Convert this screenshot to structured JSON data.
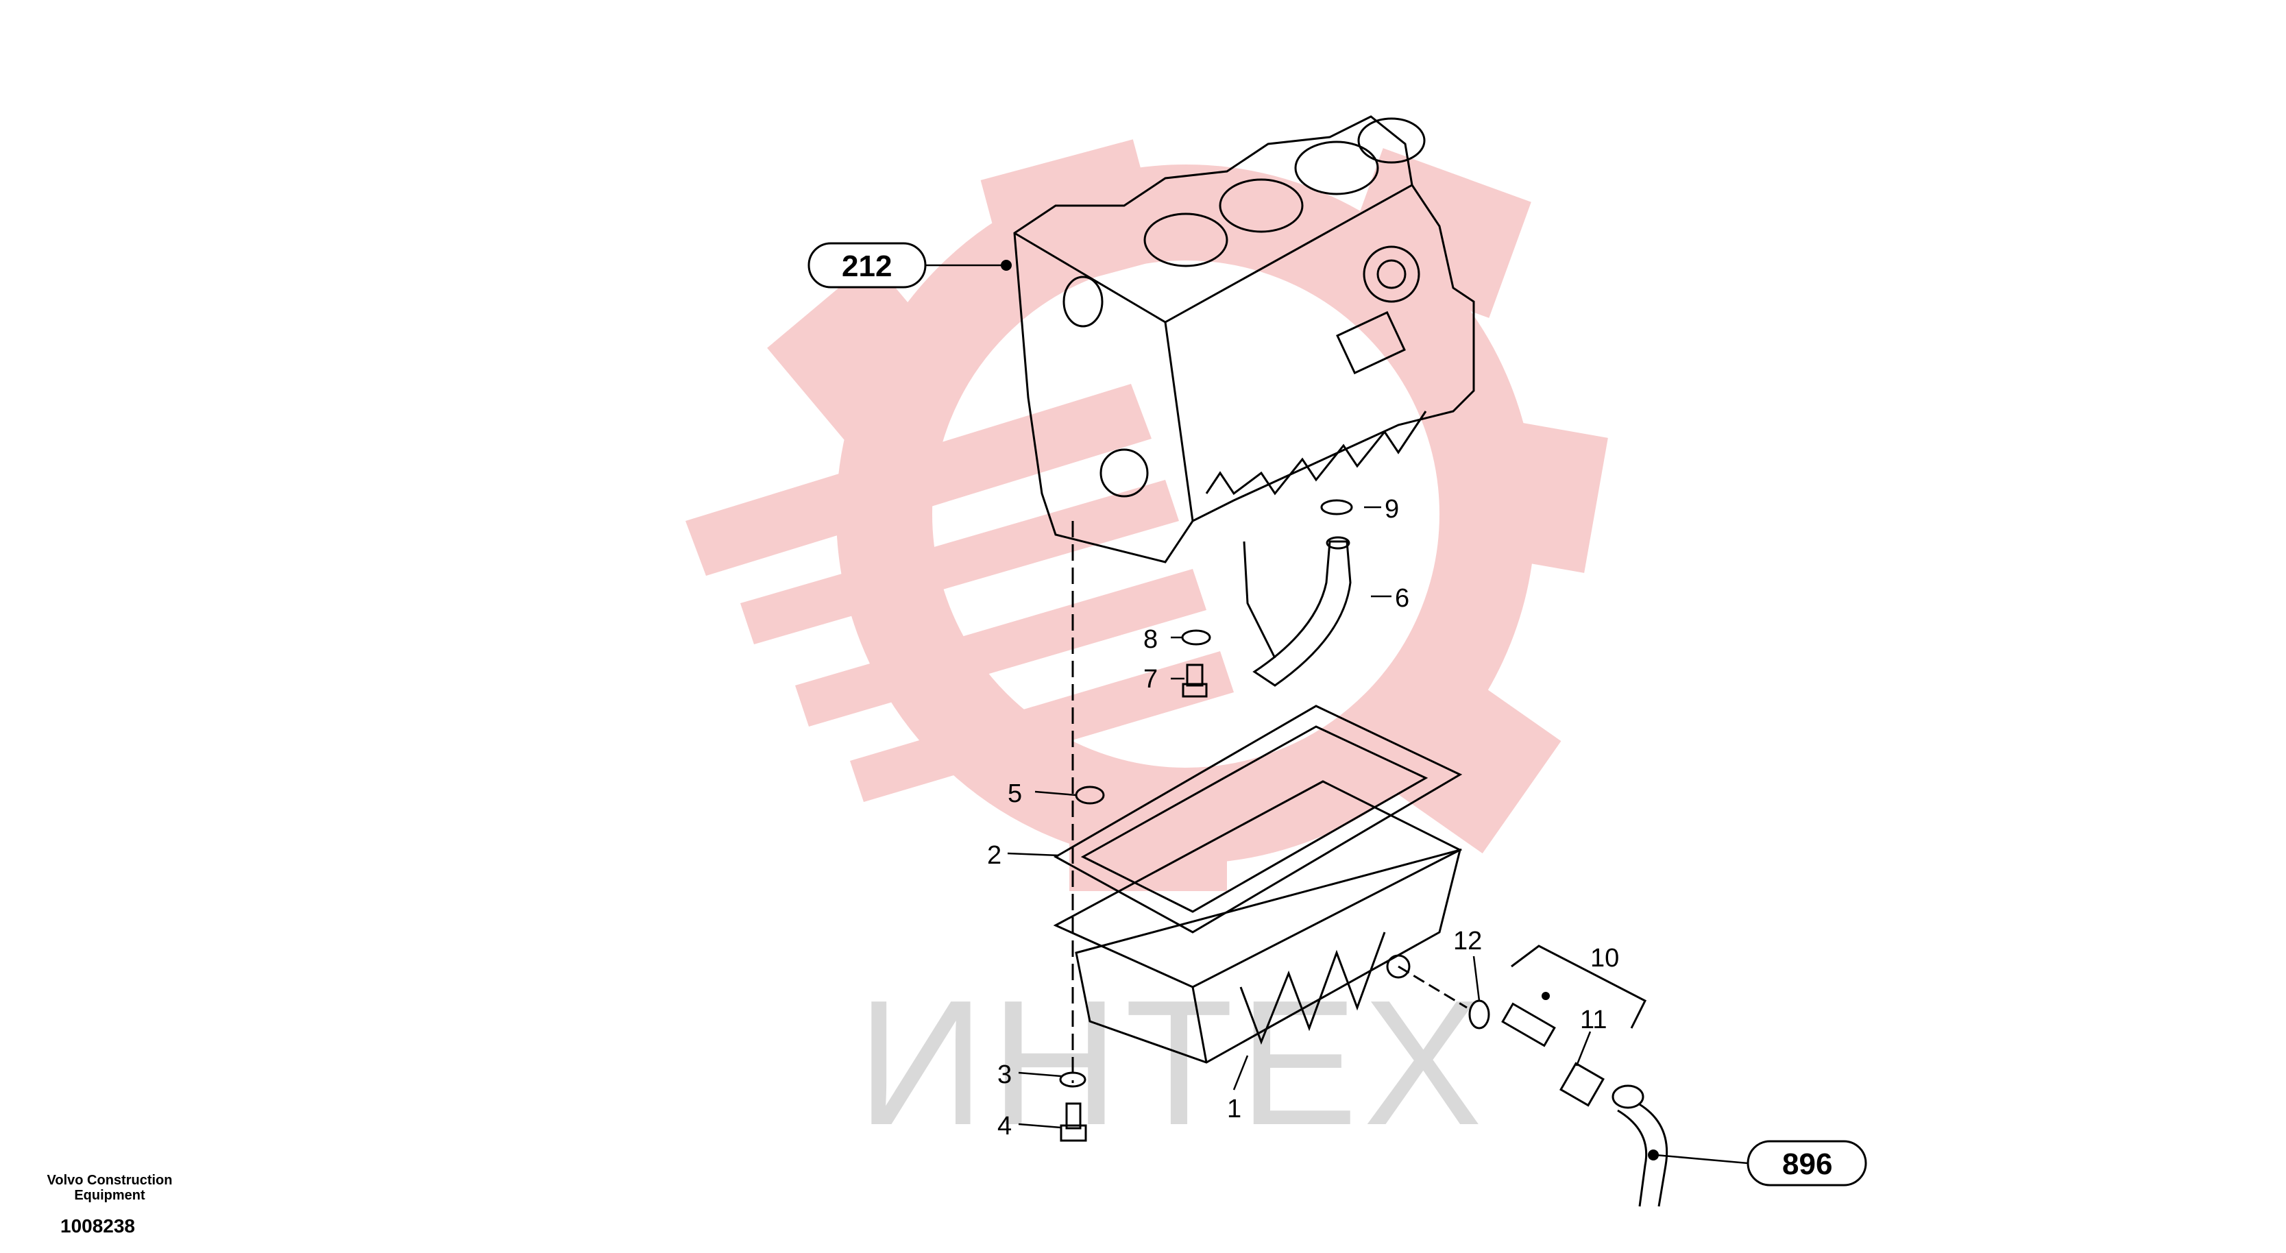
{
  "watermark": {
    "text": "ИНТЕХ",
    "color": "#f6c5c5"
  },
  "references": [
    {
      "id": "ref-212",
      "label": "212"
    },
    {
      "id": "ref-896",
      "label": "896"
    }
  ],
  "callouts": [
    "1",
    "2",
    "3",
    "4",
    "5",
    "6",
    "7",
    "8",
    "9",
    "10",
    "11",
    "12"
  ],
  "footer": {
    "maker_line1": "Volvo Construction",
    "maker_line2": "Equipment",
    "doc_number": "1008238"
  }
}
